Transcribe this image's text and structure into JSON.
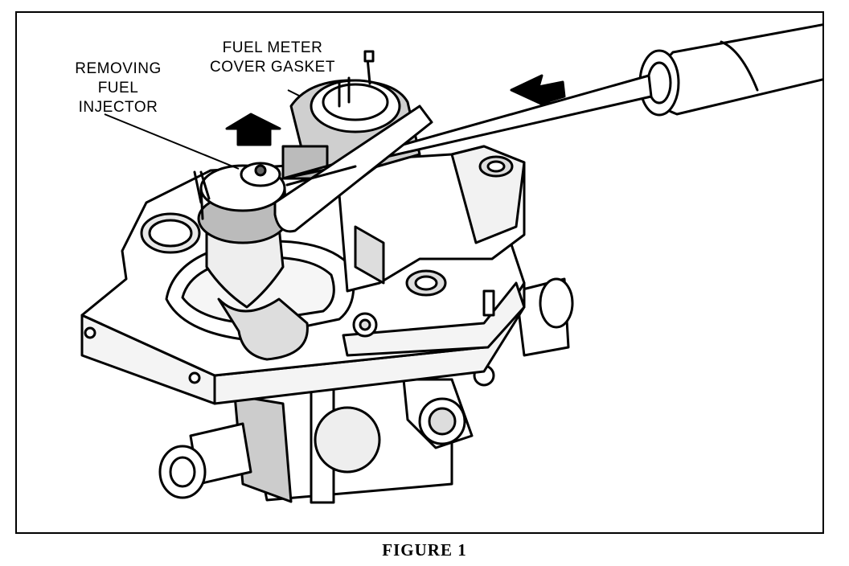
{
  "callouts": {
    "gasket": {
      "line1": "FUEL METER",
      "line2": "COVER GASKET"
    },
    "removing": {
      "line1": "REMOVING",
      "line2": "FUEL",
      "line3": "INJECTOR"
    }
  },
  "caption": "FIGURE 1"
}
